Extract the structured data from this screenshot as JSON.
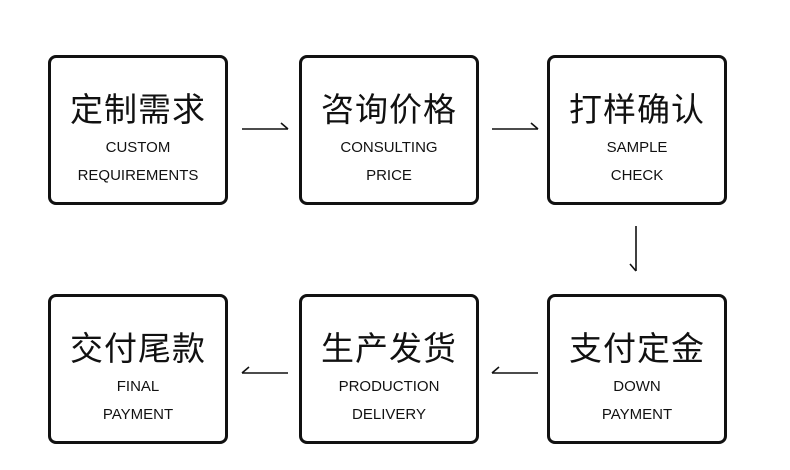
{
  "steps": [
    {
      "zh": "定制需求",
      "en_line1": "CUSTOM",
      "en_line2": "REQUIREMENTS"
    },
    {
      "zh": "咨询价格",
      "en_line1": "CONSULTING",
      "en_line2": "PRICE"
    },
    {
      "zh": "打样确认",
      "en_line1": "SAMPLE",
      "en_line2": "CHECK"
    },
    {
      "zh": "支付定金",
      "en_line1": "DOWN",
      "en_line2": "PAYMENT"
    },
    {
      "zh": "生产发货",
      "en_line1": "PRODUCTION",
      "en_line2": "DELIVERY"
    },
    {
      "zh": "交付尾款",
      "en_line1": "FINAL",
      "en_line2": "PAYMENT"
    }
  ],
  "flow_order": [
    "定制需求",
    "咨询价格",
    "打样确认",
    "支付定金",
    "生产发货",
    "交付尾款"
  ],
  "colors": {
    "stroke": "#111111",
    "background": "#ffffff"
  },
  "icons": {
    "arrow_right": "arrow-right-icon",
    "arrow_down": "arrow-down-icon",
    "arrow_left": "arrow-left-icon"
  }
}
